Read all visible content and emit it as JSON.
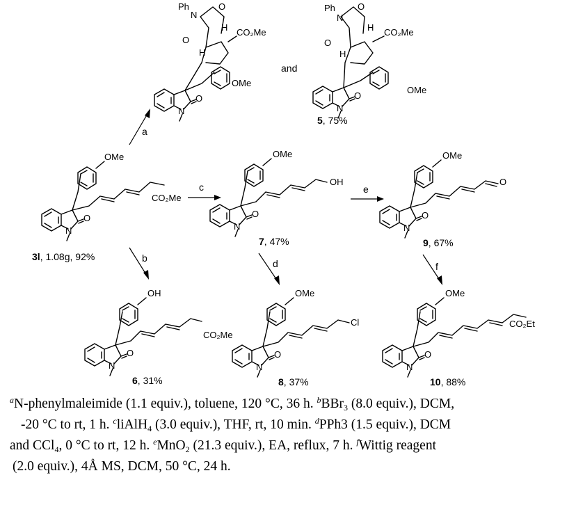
{
  "products": {
    "p4": {
      "caption": ""
    },
    "and_text": "and",
    "p5": {
      "caption_bold": "5",
      "caption_rest": ", 75%"
    },
    "sm": {
      "caption_bold": "3l",
      "caption_rest": ", 1.08g, 92%"
    },
    "p7": {
      "caption_bold": "7",
      "caption_rest": ", 47%"
    },
    "p9": {
      "caption_bold": "9",
      "caption_rest": ", 67%"
    },
    "p6": {
      "caption_bold": "6",
      "caption_rest": ", 31%"
    },
    "p8": {
      "caption_bold": "8",
      "caption_rest": ", 37%"
    },
    "p10": {
      "caption_bold": "10",
      "caption_rest": ", 88%"
    }
  },
  "arrows": {
    "a": "a",
    "b": "b",
    "c": "c",
    "d": "d",
    "e": "e",
    "f": "f"
  },
  "atoms": {
    "ome": "OMe",
    "oh": "OH",
    "cl": "Cl",
    "o": "O",
    "n": "N",
    "co2me": "CO₂Me",
    "co2et": "CO₂Et",
    "ph": "Ph",
    "h": "H"
  },
  "footnotes": {
    "a_mark": "a",
    "a_text": "N-phenylmaleimide (1.1 equiv.), toluene, 120 °C, 36 h. ",
    "b_mark": "b",
    "b_text_1": "BBr",
    "b_sub": "3",
    "b_text_2": " (8.0 equiv.), DCM,",
    "line2_start": "-20 °C to rt, 1 h. ",
    "c_mark": "c",
    "c_text_1": "liAlH",
    "c_sub": "4",
    "c_text_2": " (3.0 equiv.), THF, rt, 10 min. ",
    "d_mark": "d",
    "d_text": "PPh3 (1.5 equiv.), DCM",
    "line3_start_1": "and CCl",
    "line3_sub": "4",
    "line3_start_2": ", 0 °C to rt, 12 h. ",
    "e_mark": "e",
    "e_text_1": "MnO",
    "e_sub": "2",
    "e_text_2": " (21.3 equiv.), EA, reflux, 7 h. ",
    "f_mark": "f",
    "f_text": "Wittig reagent",
    "line4": "(2.0 equiv.), 4Å MS, DCM, 50 °C, 24 h."
  }
}
